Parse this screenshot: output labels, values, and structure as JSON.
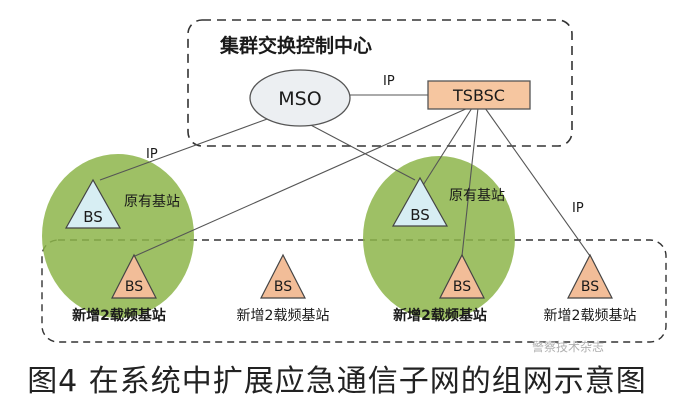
{
  "center": {
    "title": "集群交换控制中心",
    "mso": "MSO",
    "tsbsc": "TSBSC",
    "link_label": "IP"
  },
  "existing_station": {
    "bs": "BS",
    "label": "原有基站"
  },
  "new_station": {
    "bs": "BS",
    "label": "新增2载频基站"
  },
  "ip_labels": [
    "IP",
    "IP"
  ],
  "caption": "图4 在系统中扩展应急通信子网的组网示意图",
  "watermark": "警察技术杂志",
  "colors": {
    "coverage_fill": "#8db54a",
    "existing_bs_fill": "#d7eef3",
    "new_bs_fill": "#f2bd98",
    "mso_fill": "#eceff2",
    "tsbsc_fill": "#f6c6a0"
  }
}
